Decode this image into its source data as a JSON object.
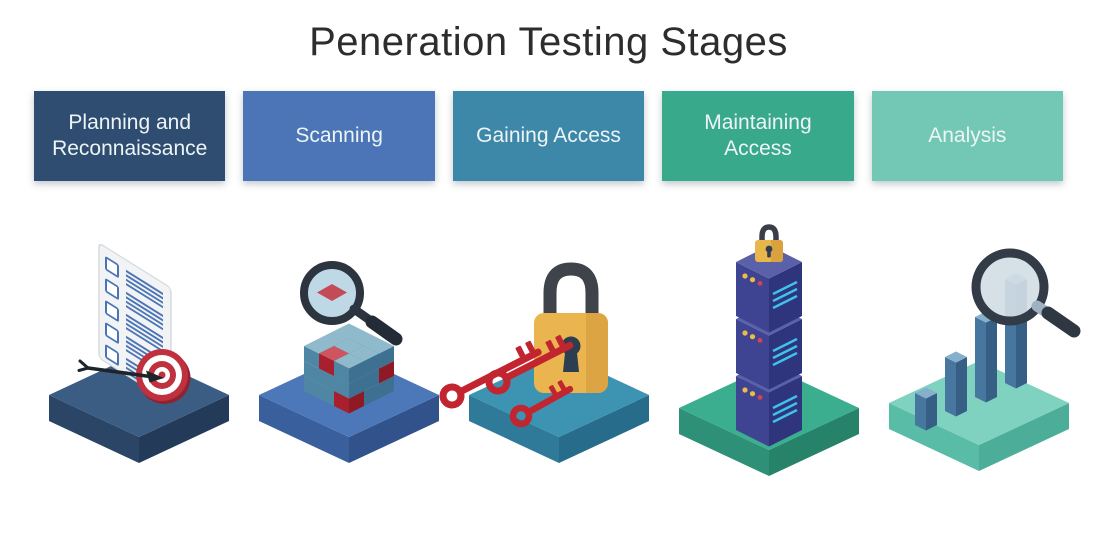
{
  "title": "Peneration Testing Stages",
  "title_color": "#2d2d2d",
  "stages": [
    {
      "label": "Planning and Reconnaissance",
      "color": "#2F4D71",
      "icon": "checklist-and-target"
    },
    {
      "label": "Scanning",
      "color": "#4C75B7",
      "icon": "magnifier-over-cubes"
    },
    {
      "label": "Gaining Access",
      "color": "#3D87A8",
      "icon": "padlock-and-keys"
    },
    {
      "label": "Maintaining Access",
      "color": "#39A98C",
      "icon": "locked-server-tower"
    },
    {
      "label": "Analysis",
      "color": "#73C8B5",
      "icon": "magnifier-over-bar-chart"
    }
  ],
  "colors": {
    "label_text": "#EDF4F6",
    "accent_red": "#C22430",
    "lock_yellow": "#EAB54E",
    "magnifier_dark": "#2C3440",
    "checklist_blue": "#4A74B5",
    "server_indigo": "#3F4492",
    "led_cyan": "#3EC3E9",
    "background": "#FFFFFF"
  }
}
